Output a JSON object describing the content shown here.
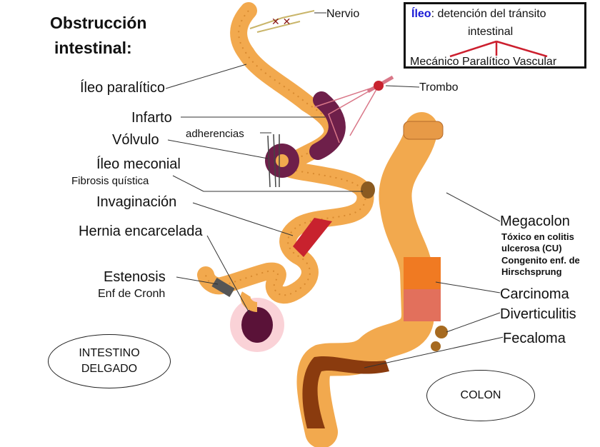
{
  "title": [
    "Obstrucción",
    "intestinal:"
  ],
  "definition_box": {
    "term": "Íleo",
    "definition_line1": ": detención del tránsito",
    "definition_line2": "intestinal",
    "types": [
      "Mecánico",
      "Paralítico",
      "Vascular"
    ]
  },
  "labels": {
    "nervio": "Nervio",
    "trombo": "Trombo",
    "ileo_paralitico": "Íleo paralítico",
    "infarto": "Infarto",
    "volvulo": "Vólvulo",
    "adherencias": "adherencias",
    "ileo_meconial": "Íleo meconial",
    "fibrosis_quistica": "Fibrosis quística",
    "invaginacion": "Invaginación",
    "hernia_encarcelada": "Hernia encarcelada",
    "estenosis": "Estenosis",
    "enf_cronh": "Enf de Cronh",
    "megacolon": "Megacolon",
    "megacolon_sub": [
      "Tóxico en colitis",
      "ulcerosa (CU)",
      "Congenito enf. de",
      "Hirschsprung"
    ],
    "carcinoma": "Carcinoma",
    "diverticulitis": "Diverticulitis",
    "fecaloma": "Fecaloma"
  },
  "regions": {
    "small_intestine": [
      "INTESTINO",
      "DELGADO"
    ],
    "colon": "COLON"
  },
  "colors": {
    "intestine": "#f2a94e",
    "infarct": "#6e1f4a",
    "accent_red": "#cc1f2e",
    "term_blue": "#1a1ad6"
  }
}
